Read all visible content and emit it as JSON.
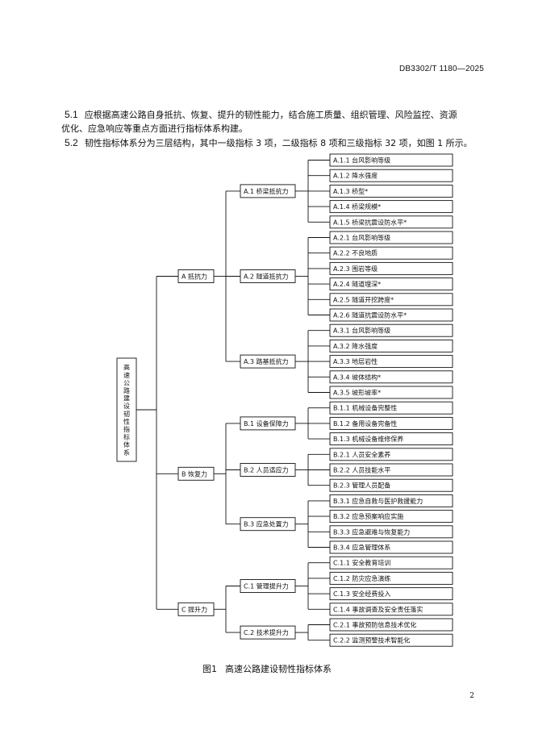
{
  "header": {
    "doc_id": "DB3302/T 1180—2025"
  },
  "paragraphs": [
    {
      "num": "5.1",
      "line1": "应根据高速公路自身抵抗、恢复、提升的韧性能力，结合施工质量、组织管理、风险监控、资源",
      "line2": "优化、应急响应等重点方面进行指标体系构建。"
    },
    {
      "num": "5.2",
      "line1": "韧性指标体系分为三层结构，其中一级指标 3 项，二级指标 8 项和三级指标 32 项，如图 1 所示。"
    }
  ],
  "tree": {
    "root": "高速公路建设韧性指标体系",
    "level1": [
      {
        "label": "A 抵抗力",
        "children": [
          {
            "label": "A.1 桥梁抵抗力",
            "items": [
              "A.1.1 台风影响等级",
              "A.1.2 降水强度",
              "A.1.3 桥型*",
              "A.1.4 桥梁规模*",
              "A.1.5 桥梁抗震设防水平*"
            ]
          },
          {
            "label": "A.2 隧道抵抗力",
            "items": [
              "A.2.1 台风影响等级",
              "A.2.2 不良地质",
              "A.2.3 围岩等级",
              "A.2.4 隧道埋深*",
              "A.2.5 隧道开挖跨度*",
              "A.2.6 隧道抗震设防水平*"
            ]
          },
          {
            "label": "A.3 路基抵抗力",
            "items": [
              "A.3.1 台风影响等级",
              "A.3.2 降水强度",
              "A.3.3 地层岩性",
              "A.3.4 坡体结构*",
              "A.3.5 坡形坡率*"
            ]
          }
        ]
      },
      {
        "label": "B 恢复力",
        "children": [
          {
            "label": "B.1 设备保障力",
            "items": [
              "B.1.1 机械设备完整性",
              "B.1.2 备用设备完备性",
              "B.1.3 机械设备维修保养"
            ]
          },
          {
            "label": "B.2 人员适应力",
            "items": [
              "B.2.1 人员安全素养",
              "B.2.2 人员技能水平",
              "B.2.3 管理人员配备"
            ]
          },
          {
            "label": "B.3 应急处置力",
            "items": [
              "B.3.1 应急自救与医护救援能力",
              "B.3.2 应急预案响应实施",
              "B.3.3 应急避难与恢复能力",
              "B.3.4 应急管理体系"
            ]
          }
        ]
      },
      {
        "label": "C 提升力",
        "children": [
          {
            "label": "C.1 管理提升力",
            "items": [
              "C.1.1 安全教育培训",
              "C.1.2 防灾应急演练",
              "C.1.3 安全经费投入",
              "C.1.4 事故调查及安全责任落实"
            ]
          },
          {
            "label": "C.2 技术提升力",
            "items": [
              "C.2.1 事故预防信息技术优化",
              "C.2.2 监测预警技术智能化"
            ]
          }
        ]
      }
    ]
  },
  "figure": {
    "number": "图1",
    "title": "高速公路建设韧性指标体系"
  },
  "page_number": "2"
}
